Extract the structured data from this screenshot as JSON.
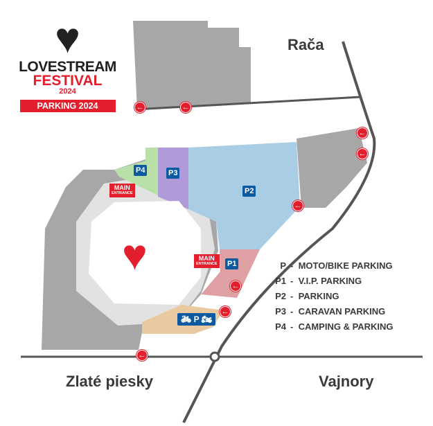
{
  "logo": {
    "line1": "LOVESTREAM",
    "line2": "FESTIVAL",
    "year": "2024",
    "banner": "PARKING 2024"
  },
  "places": {
    "north": "Rača",
    "southwest": "Zlaté piesky",
    "southeast": "Vajnory"
  },
  "zones": {
    "p1": "P1",
    "p2": "P2",
    "p3": "P3",
    "p4": "P4",
    "p": "P"
  },
  "entrances": {
    "main": "MAIN",
    "sub": "ENTRANCE"
  },
  "legend": [
    {
      "key": "P",
      "label": "MOTO/BIKE PARKING"
    },
    {
      "key": "P1",
      "label": "V.I.P. PARKING"
    },
    {
      "key": "P2",
      "label": "PARKING"
    },
    {
      "key": "P3",
      "label": "CARAVAN PARKING"
    },
    {
      "key": "P4",
      "label": "CAMPING & PARKING"
    }
  ],
  "colors": {
    "p1": "#dfa0a3",
    "p2": "#a8cde4",
    "p3": "#b19ad9",
    "p4": "#b8e0a8",
    "caravan": "#e8c9a0",
    "brand": "#e31e2d",
    "badge": "#0d5aa0"
  }
}
